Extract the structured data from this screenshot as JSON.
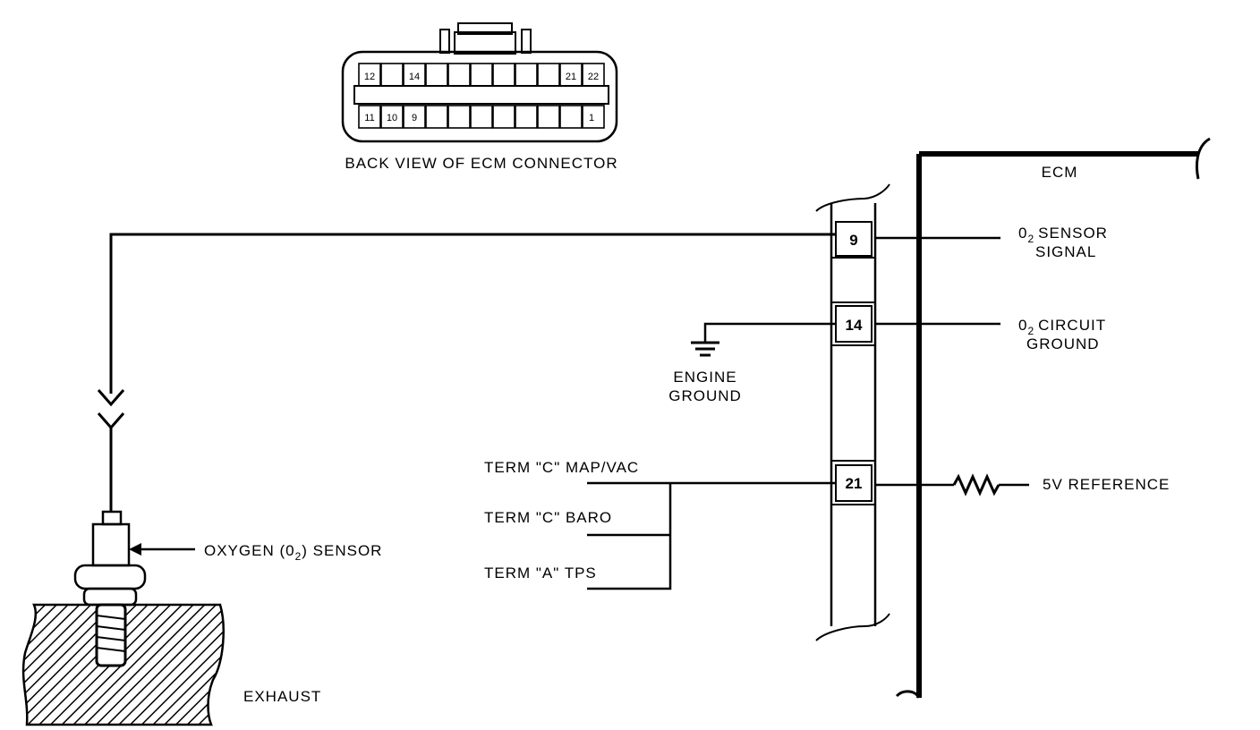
{
  "connector": {
    "caption": "BACK VIEW OF ECM CONNECTOR",
    "top_pins": [
      "12",
      "14",
      "21",
      "22"
    ],
    "bottom_pins": [
      "11",
      "10",
      "9",
      "1"
    ]
  },
  "ecm": {
    "label": "ECM",
    "terminals": [
      "9",
      "14",
      "21"
    ]
  },
  "labels": {
    "o2_signal_sub": "2",
    "o2_signal_line1": "0",
    "o2_signal_line1_rest": "SENSOR",
    "o2_signal_line2": "SIGNAL",
    "o2_ground_line1": "0",
    "o2_ground_sub": "2",
    "o2_ground_line1_rest": "CIRCUIT",
    "o2_ground_line2": "GROUND",
    "engine_ground_line1": "ENGINE",
    "engine_ground_line2": "GROUND",
    "reference": "5V REFERENCE",
    "term_map": "TERM \"C\" MAP/VAC",
    "term_baro": "TERM \"C\" BARO",
    "term_tps": "TERM \"A\" TPS",
    "oxygen_sensor_a": "OXYGEN (0",
    "oxygen_sensor_sub": "2",
    "oxygen_sensor_b": ") SENSOR",
    "exhaust": "EXHAUST"
  }
}
